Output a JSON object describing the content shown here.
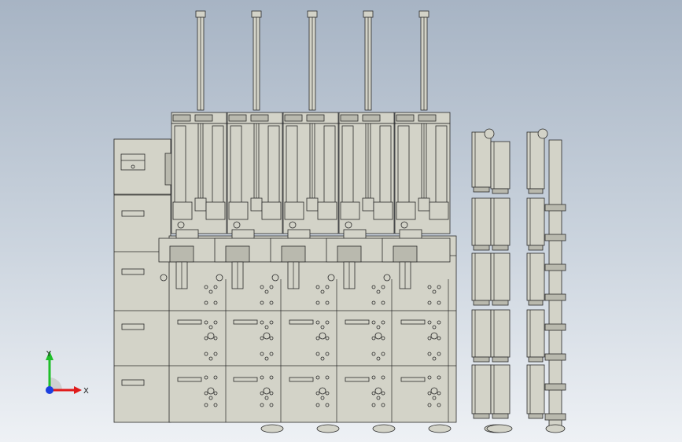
{
  "scene": {
    "background_top": "#a7b4c4",
    "background_bottom": "#eef1f5",
    "part_fill": "#d3d3c8",
    "part_shade": "#b9b9ae",
    "edge_color": "#2a2a2a",
    "module_count": 5,
    "side_columns": [
      "side-column-left",
      "side-column-right"
    ]
  },
  "triad": {
    "y_label": "Y",
    "x_label": "X",
    "y_color": "#1fbf2a",
    "x_color": "#e01b1b",
    "z_color": "#1b3fe0"
  }
}
